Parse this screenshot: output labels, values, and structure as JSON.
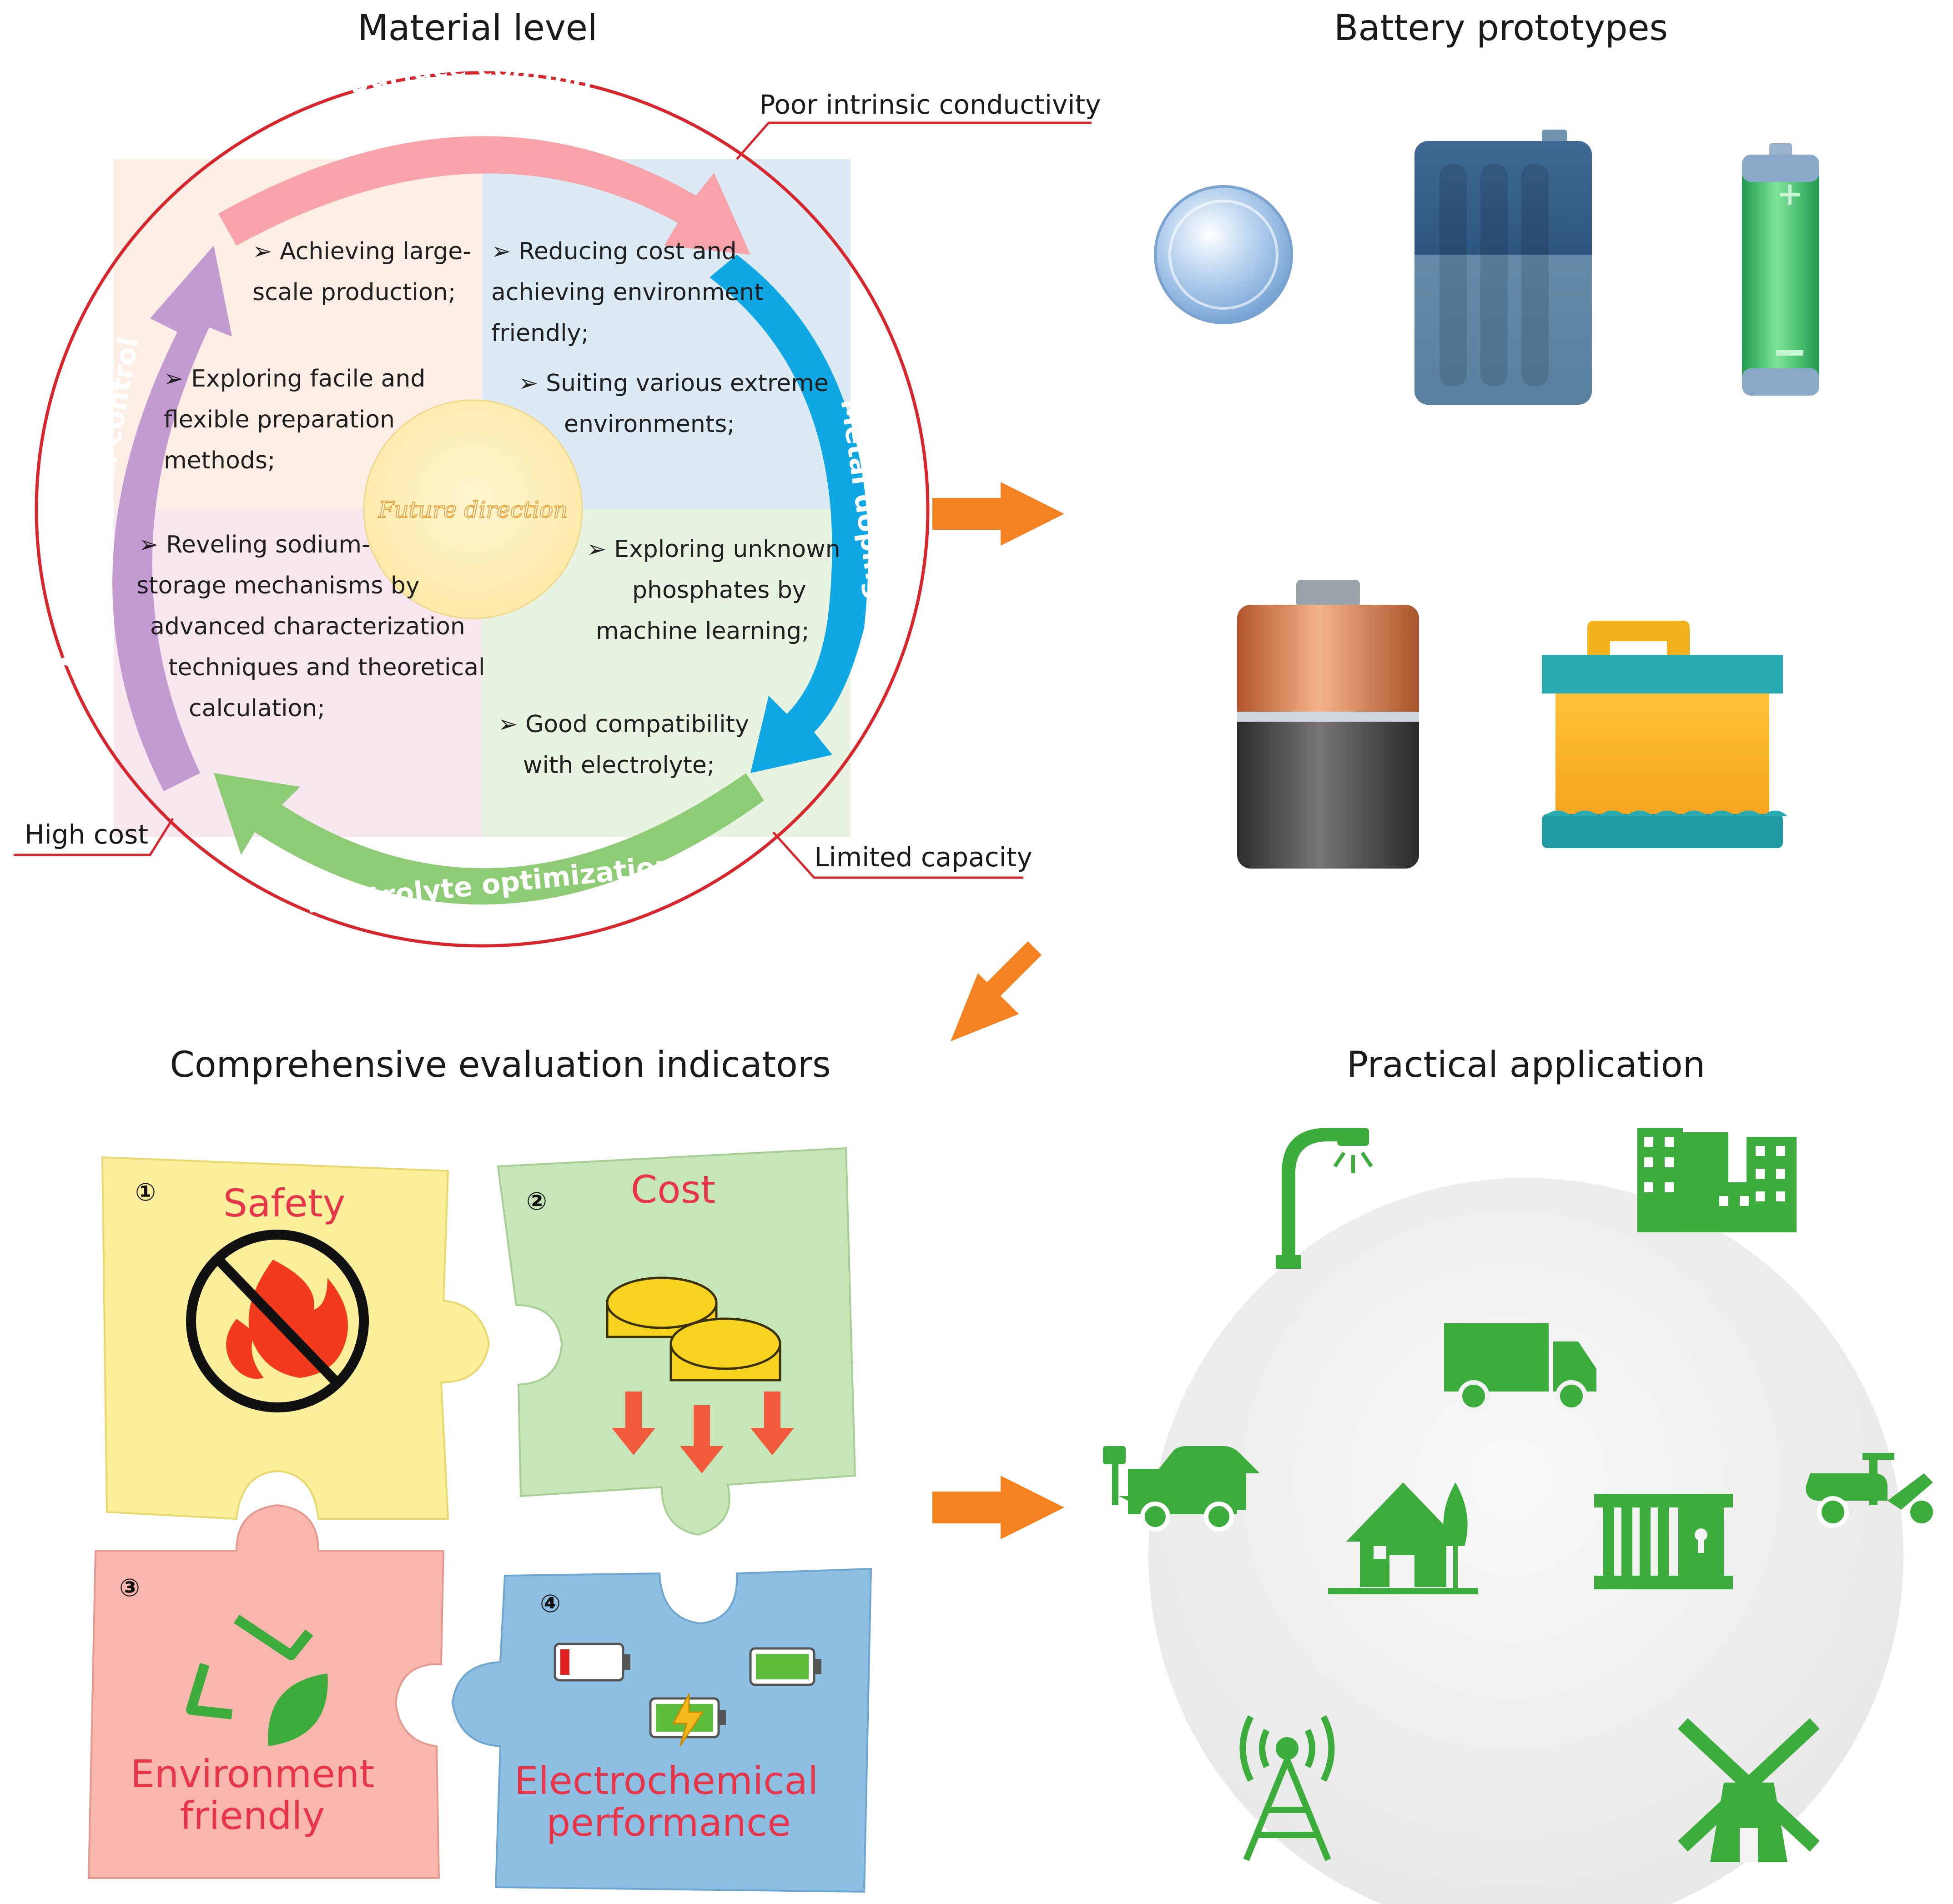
{
  "titles": {
    "material": "Material level",
    "prototypes": "Battery prototypes",
    "evaluation": "Comprehensive evaluation indicators",
    "application": "Practical application"
  },
  "callouts": {
    "conductivity": "Poor intrinsic conductivity",
    "cost": "High cost",
    "capacity": "Limited capacity"
  },
  "arcs": {
    "surface": "Surface coating",
    "doping": "Metal doping",
    "electrolyte": "Electrolyte optimization",
    "morphology": "Morphological control"
  },
  "center": "Future direction",
  "quadrants": {
    "tl": [
      [
        "➢  Achieving large-",
        "scale production;"
      ],
      [
        "➢  Exploring facile and",
        "flexible preparation",
        "methods;"
      ]
    ],
    "tr": [
      [
        "➢  Reducing cost and",
        "achieving environment",
        "friendly;"
      ],
      [
        "➢  Suiting various extreme",
        "environments;"
      ]
    ],
    "bl": [
      [
        "➢  Reveling sodium-",
        "storage mechanisms by",
        "advanced characterization",
        "techniques and theoretical",
        "calculation;"
      ]
    ],
    "br": [
      [
        "➢  Exploring unknown",
        "phosphates by",
        "machine learning;"
      ],
      [
        "➢  Good compatibility",
        "with electrolyte;"
      ]
    ]
  },
  "puzzle": {
    "p1": {
      "num": "①",
      "title": "Safety"
    },
    "p2": {
      "num": "②",
      "title": "Cost"
    },
    "p3": {
      "num": "③",
      "lines": [
        "Environment",
        "friendly"
      ]
    },
    "p4": {
      "num": "④",
      "lines": [
        "Electrochemical",
        "performance"
      ]
    }
  },
  "colors": {
    "ring": "#d9262c",
    "surface": "#f7a3a9",
    "doping": "#10a8e4",
    "electrolyte": "#8dcb74",
    "morphology": "#c49bd1",
    "arrow": "#f58220",
    "green_icon": "#3cad3c",
    "center_text": "#f0a030"
  },
  "icons": [
    "button-cell-icon",
    "pouch-battery-icon",
    "cylindrical-battery-icon",
    "d-cell-battery-icon",
    "lead-acid-battery-icon",
    "street-light-icon",
    "buildings-icon",
    "truck-icon",
    "electric-car-icon",
    "house-icon",
    "electric-scooter-icon",
    "grid-storage-icon",
    "signal-tower-icon",
    "windmill-icon"
  ]
}
